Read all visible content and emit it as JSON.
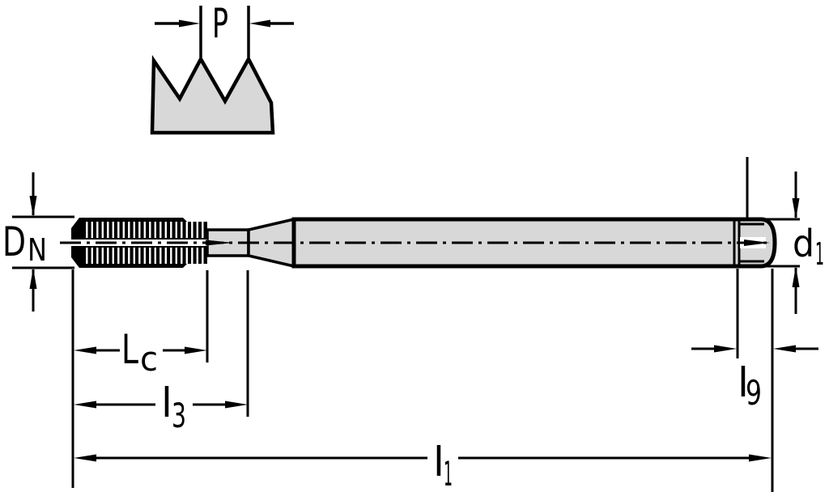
{
  "diagram": {
    "labels": {
      "pitch": {
        "main": "P",
        "sub": ""
      },
      "nominal_diameter": {
        "main": "D",
        "sub": "N"
      },
      "shank_diameter": {
        "main": "d",
        "sub": "1"
      },
      "chamfer_length": {
        "main": "L",
        "sub": "c"
      },
      "thread_length": {
        "main": "l",
        "sub": "3"
      },
      "overall_length": {
        "main": "l",
        "sub": "1"
      },
      "square_length": {
        "main": "l",
        "sub": "9"
      }
    },
    "colors": {
      "outline": "#000000",
      "fill_gray": "#d8d8d8",
      "background": "#ffffff"
    }
  }
}
